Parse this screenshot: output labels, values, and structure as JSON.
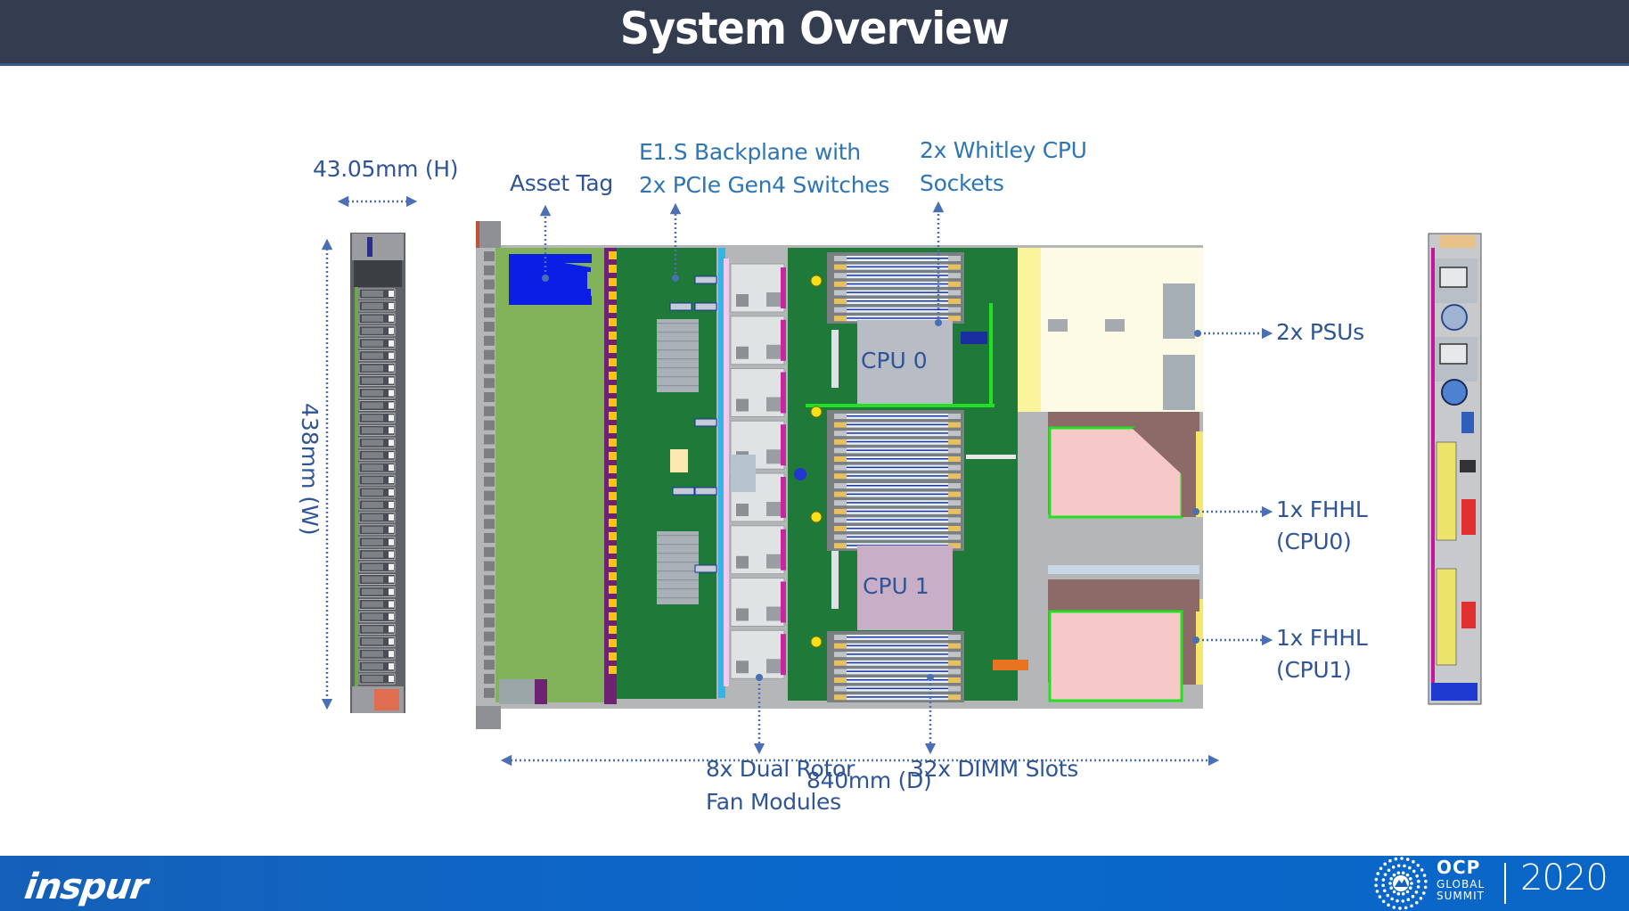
{
  "header": {
    "title": "System Overview"
  },
  "callouts": {
    "height_dim": "43.05mm (H)",
    "width_dim": "438mm (W)",
    "depth_dim": "840mm (D)",
    "asset_tag": "Asset Tag",
    "backplane_line1": "E1.S Backplane with",
    "backplane_line2": "2x PCIe Gen4 Switches",
    "cpu_sockets_line1": "2x Whitley CPU",
    "cpu_sockets_line2": "Sockets",
    "psus": "2x PSUs",
    "fhhl0_line1": "1x FHHL",
    "fhhl0_line2": "(CPU0)",
    "fhhl1_line1": "1x FHHL",
    "fhhl1_line2": "(CPU1)",
    "fans_line1": "8x Dual Rotor",
    "fans_line2": "Fan Modules",
    "dimms": "32x DIMM Slots"
  },
  "diagram": {
    "cpu0_label": "CPU 0",
    "cpu1_label": "CPU 1",
    "front_drive_bays": 32,
    "backplane_connectors": 32,
    "fan_modules": 8,
    "dimm_slots_per_bank": 8,
    "colors": {
      "pcb": "#1f7a3a",
      "backplane_board": "#82b35a",
      "asset_tag": "#0a1ee6",
      "connector": "#ffc20e",
      "connector_base": "#6e2372",
      "heatsink": "#a9b0b8",
      "cpu0": "#b8bcc4",
      "cpu1": "#c8aec6",
      "psu": "#fdfbe6",
      "riser": "#8b6a67",
      "riser_card": "#f7c8c8",
      "fan": "#dfe3e3",
      "fan_rail": "#33b5e5",
      "callout": "#2f5597",
      "callout_light": "#2e75b6"
    }
  },
  "footer": {
    "brand": "inspur",
    "event_line1": "OCP",
    "event_line2": "GLOBAL",
    "event_line3": "SUMMIT",
    "year": "2020"
  }
}
